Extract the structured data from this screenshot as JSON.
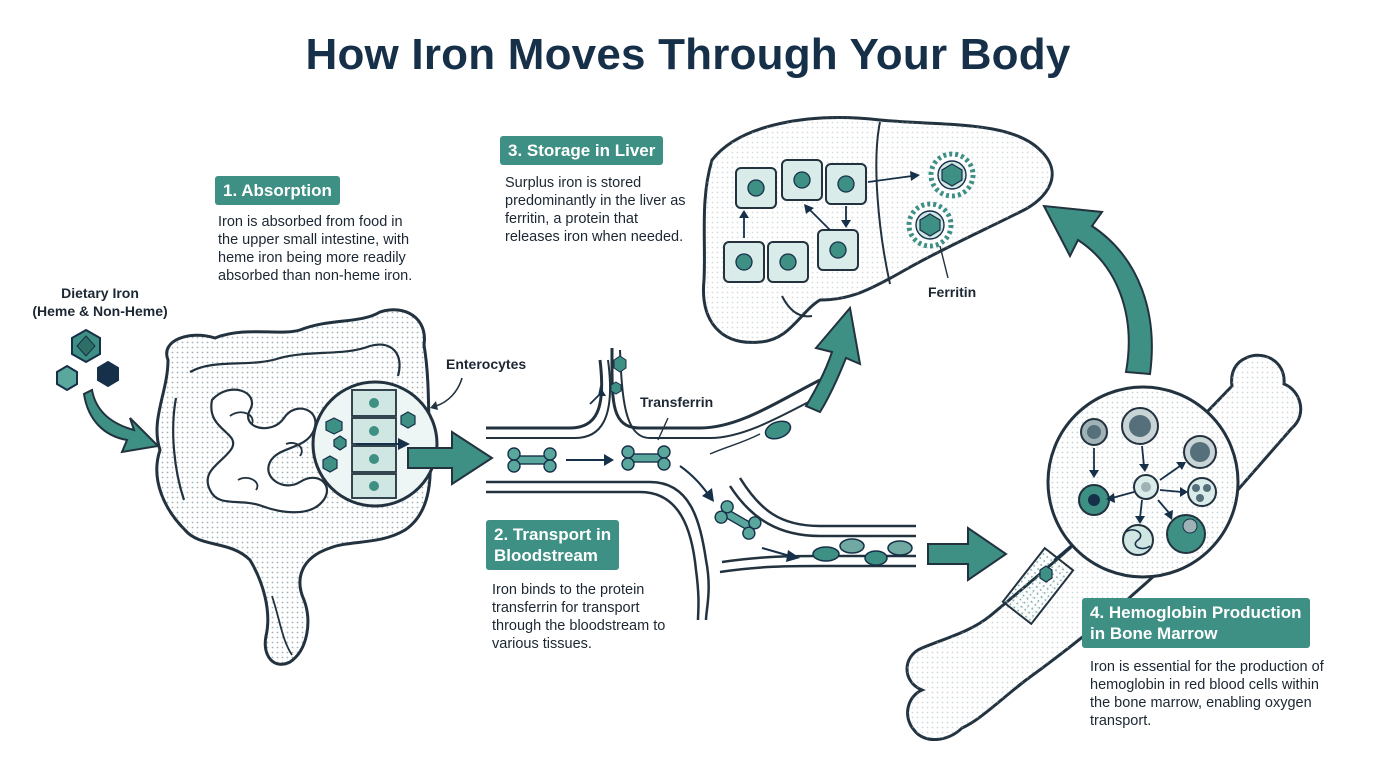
{
  "title": "How Iron Moves Through Your Body",
  "colors": {
    "teal": "#3e8f84",
    "teal_light": "#dcefec",
    "navy": "#173049",
    "outline": "#22323f"
  },
  "steps": [
    {
      "badge": "1. Absorption",
      "text": "Iron is absorbed from food in the upper small intestine, with heme iron being more readily absorbed than non-heme iron."
    },
    {
      "badge_line1": "2. Transport in",
      "badge_line2": "Bloodstream",
      "text": "Iron binds to the protein transferrin for transport through the bloodstream to various tissues."
    },
    {
      "badge": "3. Storage in Liver",
      "text": "Surplus iron is stored predominantly in the liver as ferritin, a protein that releases iron when needed."
    },
    {
      "badge_line1": "4. Hemoglobin Production",
      "badge_line2": "in Bone Marrow",
      "text": "Iron is essential for the production of hemoglobin in red blood cells within the bone marrow, enabling oxygen transport."
    }
  ],
  "labels": {
    "dietary_line1": "Dietary Iron",
    "dietary_line2": "(Heme & Non-Heme)",
    "enterocytes": "Enterocytes",
    "transferrin": "Transferrin",
    "ferritin": "Ferritin"
  }
}
